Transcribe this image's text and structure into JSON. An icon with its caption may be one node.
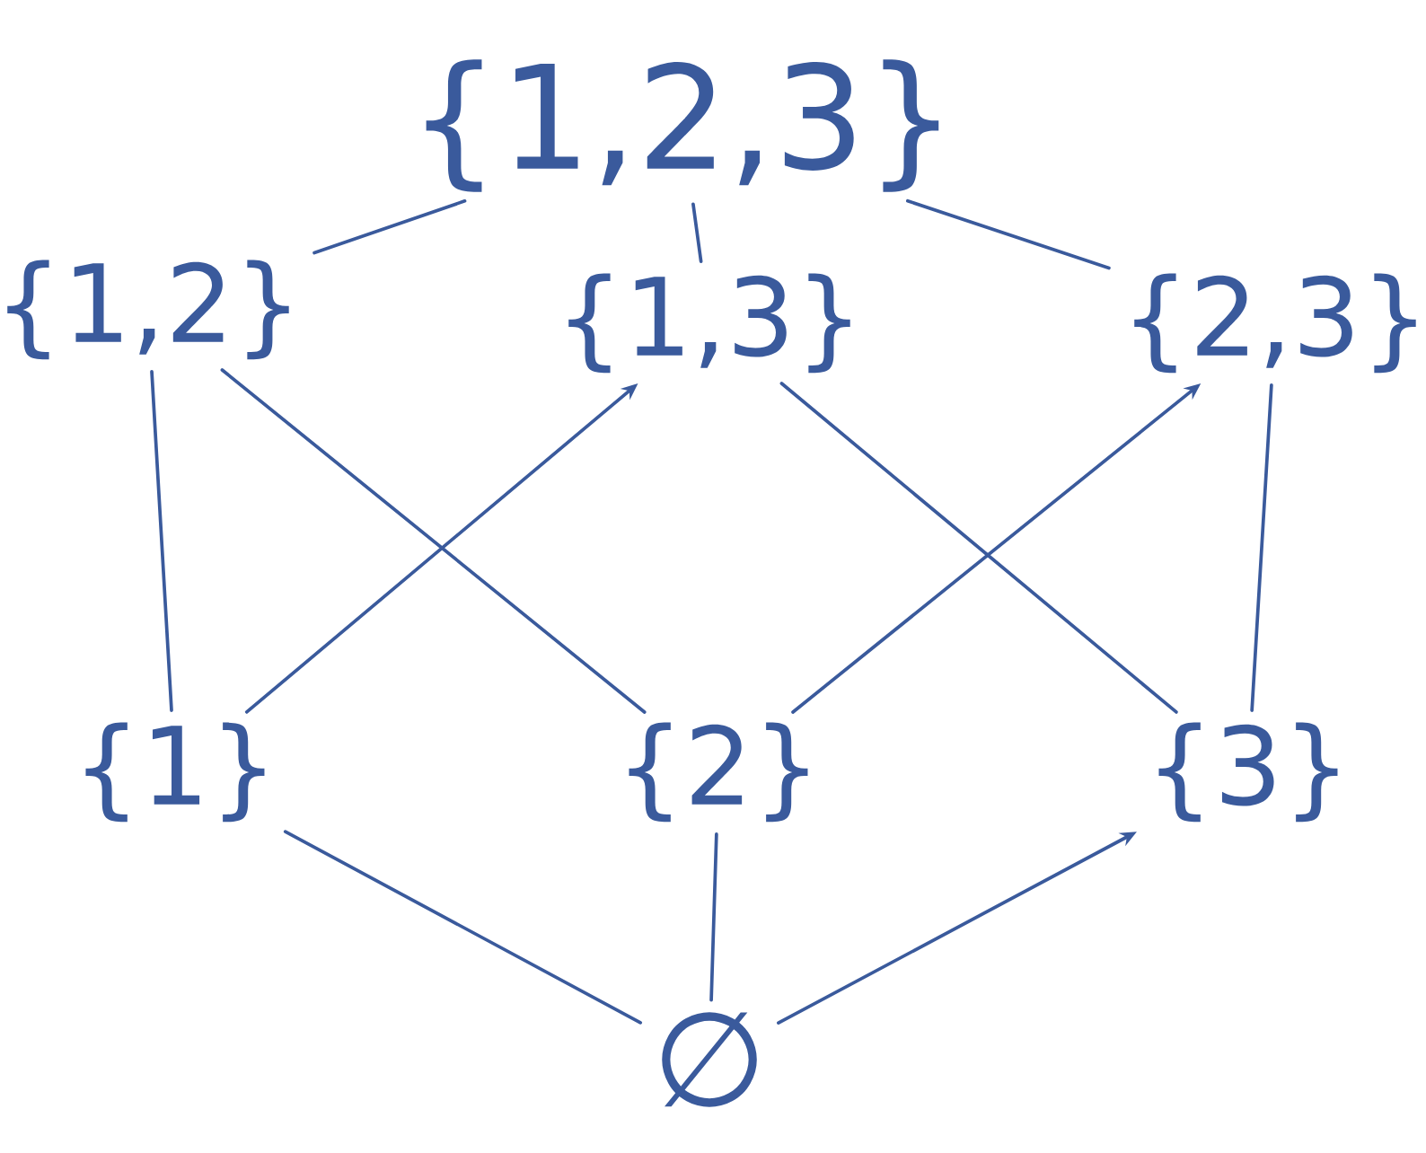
{
  "diagram": {
    "nodes": [
      {
        "text": [
          "{1,2,3}"
        ]
      },
      {
        "text": [
          "{1,2}"
        ]
      },
      {
        "text": [
          "{1,3}"
        ]
      },
      {
        "text": [
          "{2,3}"
        ]
      },
      {
        "text": [
          "{1}"
        ]
      },
      {
        "text": [
          "{2}"
        ]
      },
      {
        "text": [
          "{3}"
        ]
      },
      {
        "text": [
          "∅"
        ]
      }
    ],
    "edges": [
      {
        "from": 0,
        "to": 1,
        "arrow": "none"
      },
      {
        "from": 0,
        "to": 2,
        "arrow": "none"
      },
      {
        "from": 0,
        "to": 3,
        "arrow": "none"
      },
      {
        "from": 1,
        "to": 4,
        "arrow": "none"
      },
      {
        "from": 1,
        "to": 5,
        "arrow": "none"
      },
      {
        "from": 4,
        "to": 2,
        "arrow": "to"
      },
      {
        "from": 2,
        "to": 6,
        "arrow": "none"
      },
      {
        "from": 5,
        "to": 3,
        "arrow": "to"
      },
      {
        "from": 3,
        "to": 6,
        "arrow": "none"
      },
      {
        "from": 4,
        "to": 7,
        "arrow": "none"
      },
      {
        "from": 5,
        "to": 7,
        "arrow": "none"
      },
      {
        "from": 7,
        "to": 6,
        "arrow": "to"
      }
    ]
  }
}
